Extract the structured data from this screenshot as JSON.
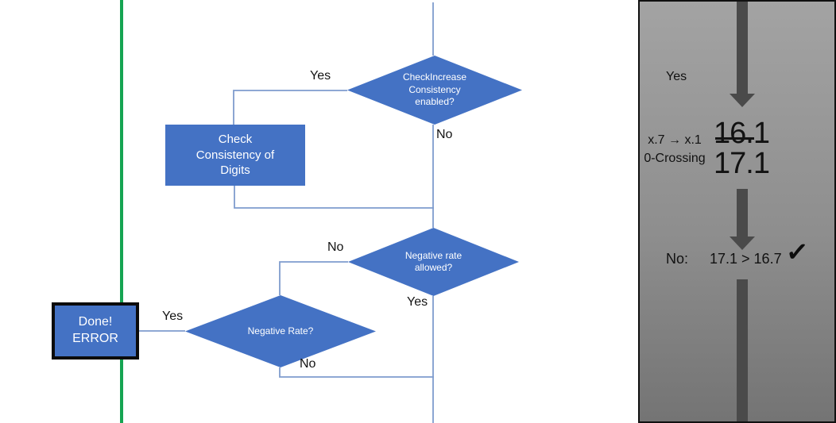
{
  "flowchart": {
    "nodes": {
      "check_increase": {
        "label": "CheckIncrease Consistency enabled?"
      },
      "check_consistency": {
        "label": "Check Consistency of Digits"
      },
      "negative_rate_allowed": {
        "label": "Negative rate allowed?"
      },
      "negative_rate": {
        "label": "Negative Rate?"
      },
      "done_error": {
        "label": "Done! ERROR"
      }
    },
    "edge_labels": {
      "ci_yes": "Yes",
      "ci_no": "No",
      "nra_no": "No",
      "nra_yes": "Yes",
      "nr_yes": "Yes",
      "nr_no": "No"
    },
    "colors": {
      "node_fill": "#4472c4",
      "node_text": "#ffffff",
      "connector": "#7f9cce",
      "guide_line_green": "#15a452",
      "done_border": "#0b0b0b"
    }
  },
  "side_panel": {
    "yes_label": "Yes",
    "note_line1": "x.7 → x.1",
    "note_line2": "0-Crossing",
    "old_value": "16.1",
    "new_value": "17.1",
    "result_prefix": "No:",
    "result_comparison": "17.1 > 16.7",
    "checkmark": "✓",
    "colors": {
      "arrow": "#4a4a4a",
      "bg_top": "#a3a3a3",
      "bg_bottom": "#747474",
      "border": "#101010"
    }
  }
}
